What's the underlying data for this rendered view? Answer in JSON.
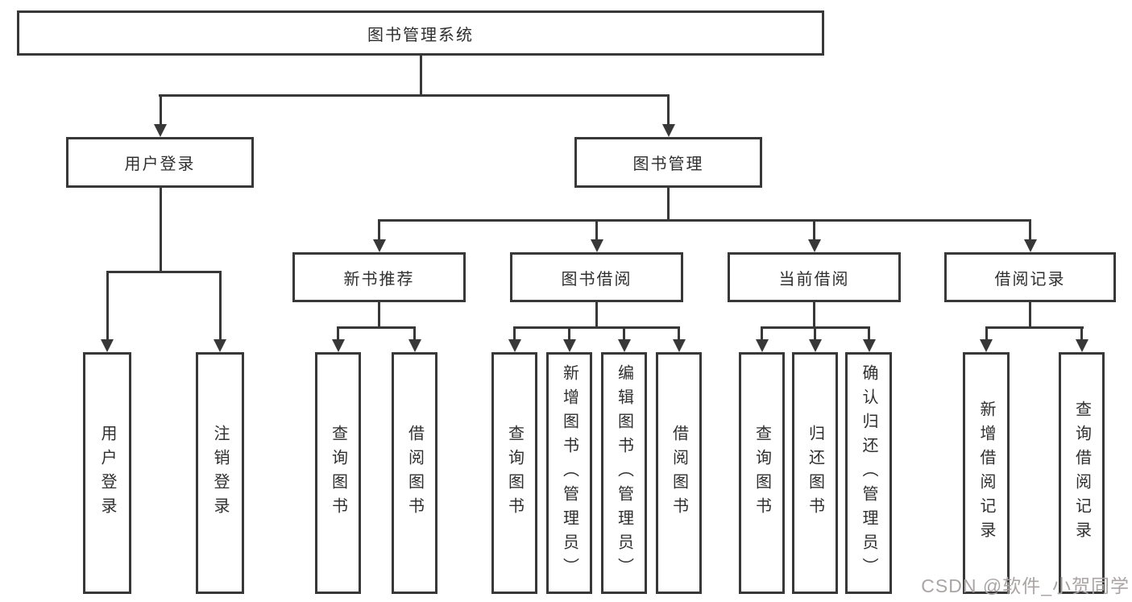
{
  "diagram": {
    "root": {
      "label": "图书管理系统"
    },
    "level2": [
      {
        "label": "用户登录"
      },
      {
        "label": "图书管理"
      }
    ],
    "level3": [
      {
        "label": "新书推荐"
      },
      {
        "label": "图书借阅"
      },
      {
        "label": "当前借阅"
      },
      {
        "label": "借阅记录"
      }
    ],
    "leaves": [
      {
        "label": "用户登录"
      },
      {
        "label": "注销登录"
      },
      {
        "label": "查询图书"
      },
      {
        "label": "借阅图书"
      },
      {
        "label": "查询图书"
      },
      {
        "label": "新增图书（管理员）"
      },
      {
        "label": "编辑图书（管理员）"
      },
      {
        "label": "借阅图书"
      },
      {
        "label": "查询图书"
      },
      {
        "label": "归还图书"
      },
      {
        "label": "确认归还（管理员）"
      },
      {
        "label": "新增借阅记录"
      },
      {
        "label": "查询借阅记录"
      }
    ],
    "line_color": "#383838",
    "text_color": "#2f2f2f"
  },
  "watermark": {
    "text": "CSDN @软件_小贺同学",
    "color": "#aba4a4"
  }
}
